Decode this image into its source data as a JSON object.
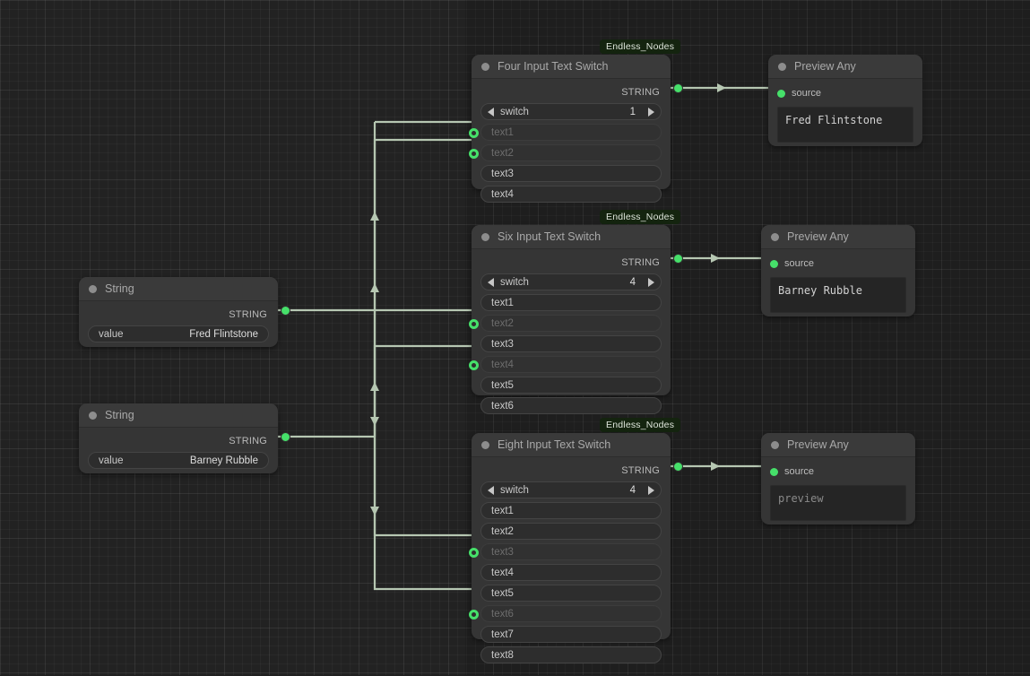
{
  "canvas": {
    "grid": true,
    "background_color": "#222222",
    "wire_color": "#b6c7b2",
    "port_color": "#46e06a",
    "badge_color": "#14240f"
  },
  "badges": [
    {
      "label": "Endless_Nodes"
    },
    {
      "label": "Endless_Nodes"
    },
    {
      "label": "Endless_Nodes"
    }
  ],
  "nodes": {
    "string_fred": {
      "title": "String",
      "collapse_icon": "circle-icon",
      "output": {
        "label": "STRING",
        "type": "STRING"
      },
      "widgets": [
        {
          "name": "value",
          "value": "Fred Flintstone"
        }
      ]
    },
    "string_barney": {
      "title": "String",
      "collapse_icon": "circle-icon",
      "output": {
        "label": "STRING",
        "type": "STRING"
      },
      "widgets": [
        {
          "name": "value",
          "value": "Barney Rubble"
        }
      ]
    },
    "four_input": {
      "title": "Four Input Text Switch",
      "collapse_icon": "circle-icon",
      "output": {
        "label": "STRING",
        "type": "STRING"
      },
      "switch": {
        "name": "switch",
        "value": "1",
        "prev_icon": "triangle-left-icon",
        "next_icon": "triangle-right-icon"
      },
      "inputs": [
        {
          "name": "text1",
          "connected": true
        },
        {
          "name": "text2",
          "connected": true
        },
        {
          "name": "text3",
          "connected": false
        },
        {
          "name": "text4",
          "connected": false
        }
      ]
    },
    "six_input": {
      "title": "Six Input Text Switch",
      "collapse_icon": "circle-icon",
      "output": {
        "label": "STRING",
        "type": "STRING"
      },
      "switch": {
        "name": "switch",
        "value": "4",
        "prev_icon": "triangle-left-icon",
        "next_icon": "triangle-right-icon"
      },
      "inputs": [
        {
          "name": "text1",
          "connected": false
        },
        {
          "name": "text2",
          "connected": true
        },
        {
          "name": "text3",
          "connected": false
        },
        {
          "name": "text4",
          "connected": true
        },
        {
          "name": "text5",
          "connected": false
        },
        {
          "name": "text6",
          "connected": false
        }
      ]
    },
    "eight_input": {
      "title": "Eight Input Text Switch",
      "collapse_icon": "circle-icon",
      "output": {
        "label": "STRING",
        "type": "STRING"
      },
      "switch": {
        "name": "switch",
        "value": "4",
        "prev_icon": "triangle-left-icon",
        "next_icon": "triangle-right-icon"
      },
      "inputs": [
        {
          "name": "text1",
          "connected": false
        },
        {
          "name": "text2",
          "connected": false
        },
        {
          "name": "text3",
          "connected": true
        },
        {
          "name": "text4",
          "connected": false
        },
        {
          "name": "text5",
          "connected": false
        },
        {
          "name": "text6",
          "connected": true
        },
        {
          "name": "text7",
          "connected": false
        },
        {
          "name": "text8",
          "connected": false
        }
      ]
    },
    "preview_1": {
      "title": "Preview Any",
      "collapse_icon": "circle-icon",
      "input": {
        "label": "source"
      },
      "text": "Fred Flintstone",
      "is_placeholder": false
    },
    "preview_2": {
      "title": "Preview Any",
      "collapse_icon": "circle-icon",
      "input": {
        "label": "source"
      },
      "text": "Barney Rubble",
      "is_placeholder": false
    },
    "preview_3": {
      "title": "Preview Any",
      "collapse_icon": "circle-icon",
      "input": {
        "label": "source"
      },
      "text": "preview",
      "is_placeholder": true
    }
  }
}
